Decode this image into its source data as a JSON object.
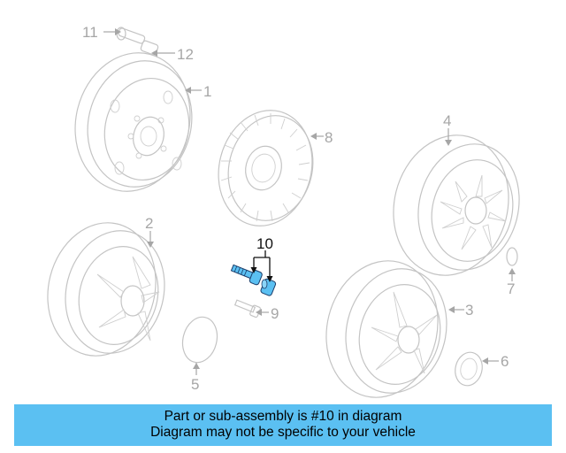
{
  "diagram": {
    "callouts": {
      "p1": "1",
      "p2": "2",
      "p3": "3",
      "p4": "4",
      "p5": "5",
      "p6": "6",
      "p7": "7",
      "p8": "8",
      "p9": "9",
      "p10": "10",
      "p11": "11",
      "p12": "12"
    },
    "highlight_color": "#5bc0f2",
    "highlighted_part": "10"
  },
  "banner": {
    "line1": "Part or sub-assembly is #10 in diagram",
    "line2": "Diagram may not be specific to your vehicle",
    "background": "#5bc0f2"
  }
}
